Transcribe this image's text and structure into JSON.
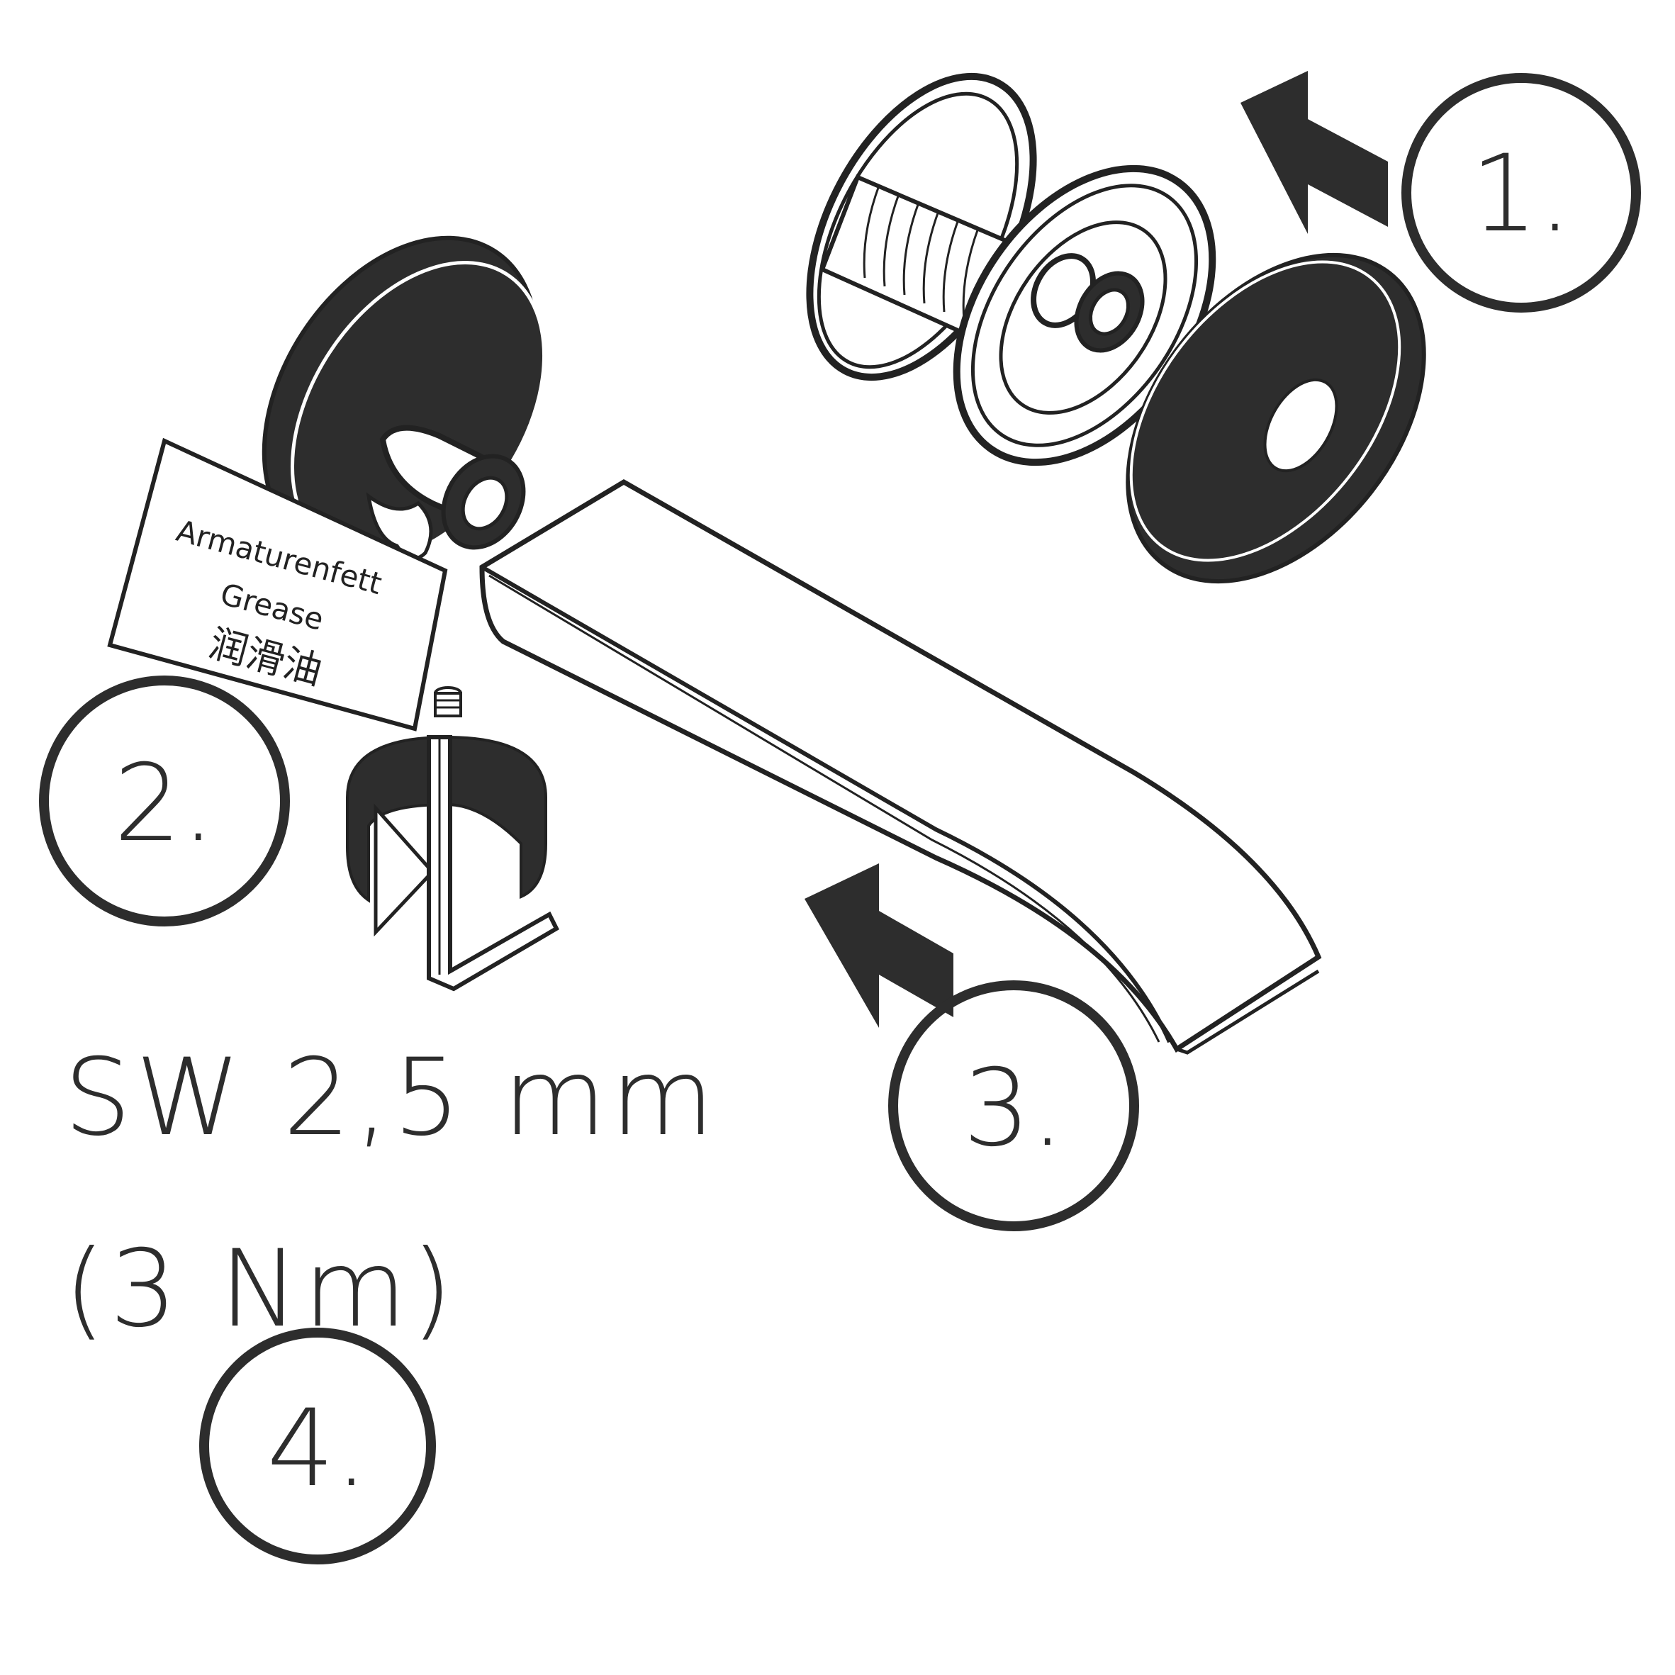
{
  "steps": {
    "step1": "1.",
    "step2": "2.",
    "step3": "3.",
    "step4": "4."
  },
  "grease_label": {
    "line1": "Armaturenfett",
    "line2": "Grease",
    "line3": "润滑油"
  },
  "tool_spec": {
    "size": "SW 2,5 mm",
    "torque": "(3 Nm)"
  },
  "colors": {
    "ink": "#2d2d2d",
    "background": "#ffffff"
  }
}
